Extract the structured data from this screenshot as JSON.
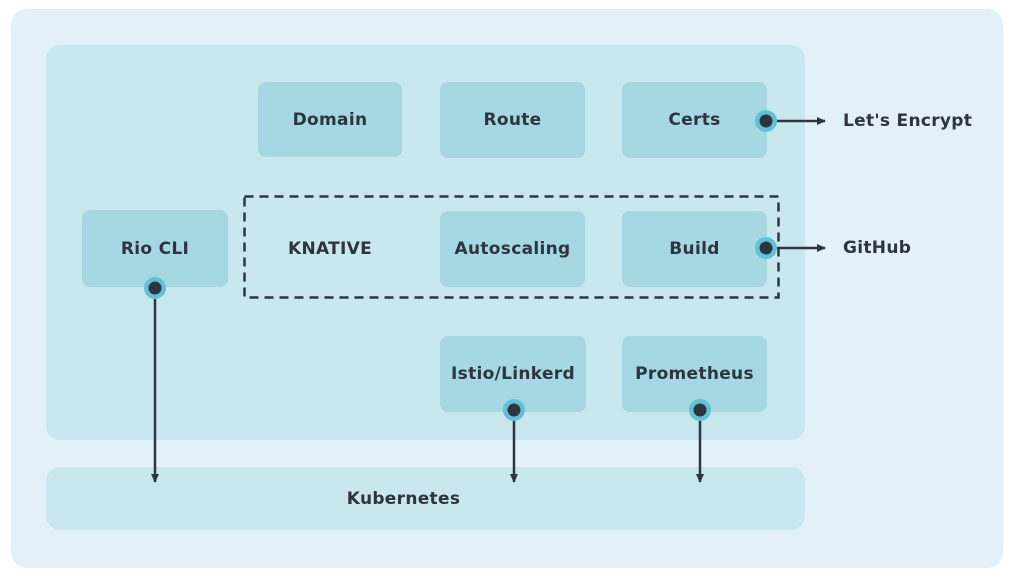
{
  "colors": {
    "outer_bg": "#e2f1f7",
    "panel_bg": "#c9e7ee",
    "box_bg": "#a5d8e2",
    "accent_ring": "#63c1d4",
    "ink": "#2e3440"
  },
  "boxes": [
    {
      "id": "domain",
      "label": "Domain"
    },
    {
      "id": "route",
      "label": "Route"
    },
    {
      "id": "certs",
      "label": "Certs"
    },
    {
      "id": "rio-cli",
      "label": "Rio CLI"
    },
    {
      "id": "knative",
      "label": "KNATIVE"
    },
    {
      "id": "autoscaling",
      "label": "Autoscaling"
    },
    {
      "id": "build",
      "label": "Build"
    },
    {
      "id": "istio-linkerd",
      "label": "Istio/Linkerd"
    },
    {
      "id": "prometheus",
      "label": "Prometheus"
    }
  ],
  "platform": {
    "label": "Kubernetes"
  },
  "external": [
    {
      "id": "lets-encrypt",
      "label": "Let's Encrypt"
    },
    {
      "id": "github",
      "label": "GitHub"
    }
  ]
}
